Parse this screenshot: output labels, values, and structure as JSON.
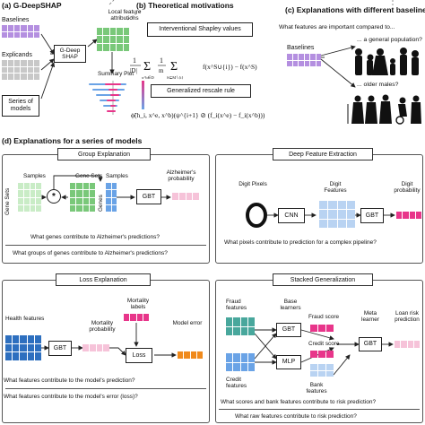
{
  "section_a": {
    "title": "(a) G-DeepSHAP",
    "baselines": "Baselines",
    "explicands": "Explicands",
    "series_of_models": "Series of models",
    "gdeep_shap": "G-Deep SHAP",
    "local_feature_attributions": "Local feature attributions",
    "summary_plot": "Summary Plot"
  },
  "section_b": {
    "title": "(b) Theoretical motivations",
    "interventional_label": "Interventional Shapley values",
    "interventional_formula": "1/|D| Σ_{x^b∈D} Σ_{S⊆M∖{i}} 1/m · ... f(x^{S∪{i}}) − f(x^S)",
    "rescale_label": "Generalized rescale rule",
    "rescale_formula": "ϕ̃(h_i, x^e, x^b)(ψ^{i+1} ⊘ (f_i(x^e) − f_i(x^b)))"
  },
  "section_c": {
    "title": "(c) Explanations with different baselines",
    "question": "What features are important compared to...",
    "baselines": "Baselines",
    "general_population": "... a general population?",
    "older_males": "... older males?"
  },
  "section_d": {
    "title": "(d) Explanations for a series of models",
    "group": {
      "title": "Group Explanation",
      "samples_left": "Samples",
      "gene_sets": "Gene Sets",
      "samples_right": "Samples",
      "alz_prob": "Alzheimer's probability",
      "gene_sets_vertical": "Gene Sets",
      "genes_vertical": "Genes",
      "gbt": "GBT",
      "star": "*",
      "q1": "What genes contribute to Alzheimer's predictions?",
      "q2": "What groups of genes contribute to Alzheimer's predictions?"
    },
    "deep": {
      "title": "Deep Feature Extraction",
      "digit_pixels": "Digit Pixels",
      "digit_features": "Digit Features",
      "digit_probability": "Digit probability",
      "cnn": "CNN",
      "gbt": "GBT",
      "q1": "What pixels contribute to prediction for a complex pipeline?"
    },
    "loss": {
      "title": "Loss Explanation",
      "health_features": "Health features",
      "mortality_probability": "Mortality probability",
      "mortality_labels": "Mortality labels",
      "model_error": "Model error",
      "gbt": "GBT",
      "loss": "Loss",
      "q1": "What features contribute to the model's prediction?",
      "q2": "What features contribute to the model's error (loss)?"
    },
    "stacked": {
      "title": "Stacked Generalization",
      "fraud_features": "Fraud features",
      "base_learners": "Base learners",
      "fraud_score": "Fraud score",
      "credit_score": "Credit score",
      "meta_learner": "Meta learner",
      "loan_risk": "Loan risk prediction",
      "credit_features": "Credit features",
      "bank_features": "Bank features",
      "gbt1": "GBT",
      "mlp": "MLP",
      "gbt2": "GBT",
      "q1": "What scores and bank features contribute to risk prediction?",
      "q2": "What raw features contribute to risk prediction?"
    }
  },
  "colors": {
    "purple": "#b48fe0",
    "gray": "#c8c8c8",
    "green": "#79c879",
    "light_green": "#c9ecc6",
    "blue": "#6aa3e6",
    "light_blue": "#b9d3f2",
    "pink": "#e8358a",
    "light_pink": "#f6c3d9",
    "orange": "#f08a1c",
    "teal": "#48a79c"
  }
}
